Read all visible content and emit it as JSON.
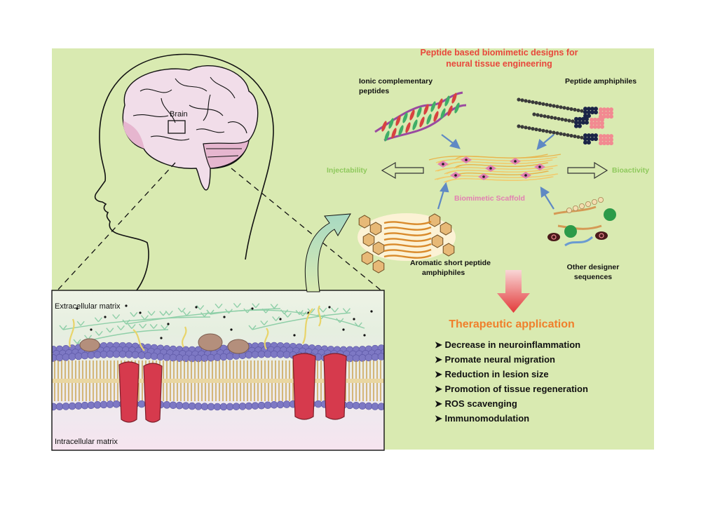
{
  "title_line1": "Peptide based biomimetic designs for",
  "title_line2": "neural tissue engineering",
  "brain_label": "Brain",
  "ionic_line1": "Ionic complementary",
  "ionic_line2": "peptides",
  "peptide_amphiphiles": "Peptide amphiphiles",
  "injectability": "Injectability",
  "bioactivity": "Bioactivity",
  "scaffold": "Biomimetic Scaffold",
  "aromatic_line1": "Aromatic short peptide",
  "aromatic_line2": "amphiphiles",
  "other_line1": "Other designer",
  "other_line2": "sequences",
  "therapeutic_title": "Therapeutic application",
  "applications": [
    "Decrease in neuroinflammation",
    "Promate neural migration",
    "Reduction in lesion size",
    "Promotion of tissue regeneration",
    "ROS scavenging",
    "Immunomodulation"
  ],
  "extracellular": "Extracellular matrix",
  "intracellular": "Intracellular matrix",
  "colors": {
    "panel_bg": "#d9eab1",
    "title_red": "#e8473b",
    "therapeutic_orange": "#f07f2b",
    "green_label": "#8fc95d",
    "scaffold_pink": "#e27fb2",
    "protein_red": "#d63a4d",
    "lipid_head": "#7d78c4"
  }
}
